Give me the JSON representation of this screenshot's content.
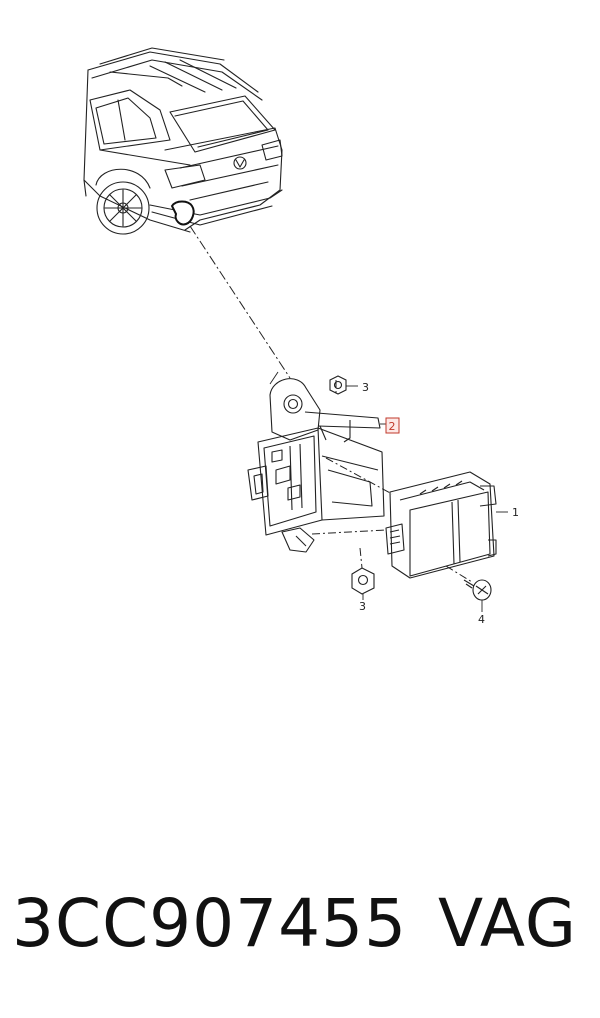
{
  "diagram": {
    "callouts": {
      "part1": "1",
      "part2": "2",
      "part3_top": "3",
      "part3_bottom": "3",
      "part4": "4"
    },
    "highlight_color": "#c0392b"
  },
  "caption": {
    "part_number": "3CC907455",
    "brand": "VAG"
  }
}
